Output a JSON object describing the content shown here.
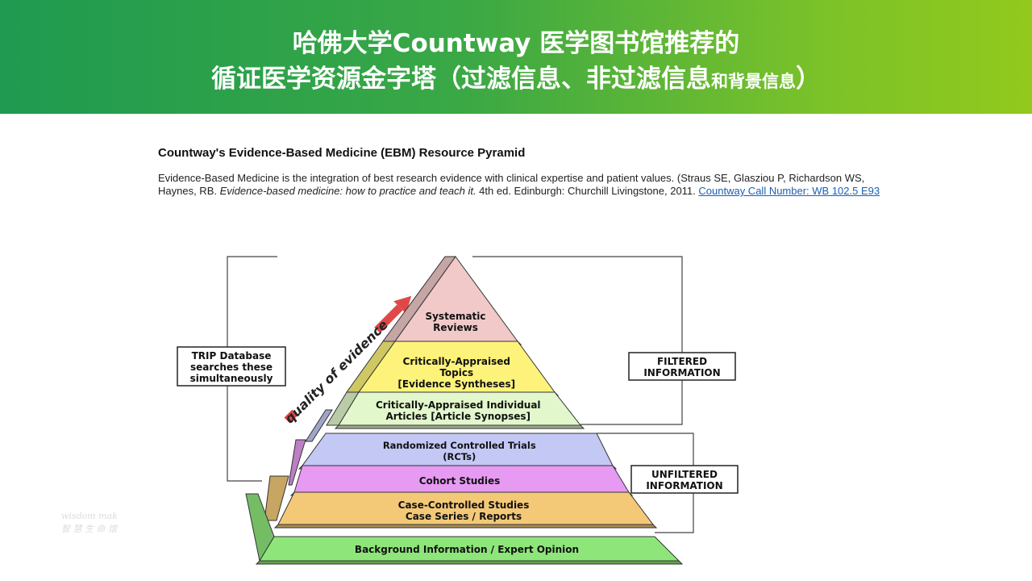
{
  "header": {
    "line1": "哈佛大学Countway 医学图书馆推荐的",
    "line2_main": "循证医学资源金字塔（过滤信息、非过滤信息",
    "line2_small": "和背景信息",
    "line2_end": "）"
  },
  "document": {
    "title": "Countway's Evidence-Based Medicine (EBM) Resource Pyramid",
    "body_part1": "Evidence-Based Medicine is the integration of best research evidence with clinical expertise and patient values. (Straus SE, Glasziou P, Richardson WS, Haynes, RB. ",
    "body_italic": "Evidence-based medicine: how to practice and teach it.",
    "body_part2": " 4th ed. Edinburgh: Churchill Livingstone, 2011. ",
    "call_number_link": "Countway Call Number: WB 102.5 E93"
  },
  "pyramid": {
    "levels": [
      {
        "lines": [
          "Systematic",
          "Reviews"
        ],
        "color": "#f1c9c9"
      },
      {
        "lines": [
          "Critically-Appraised",
          "Topics",
          "[Evidence Syntheses]"
        ],
        "color": "#fdf37a"
      },
      {
        "lines": [
          "Critically-Appraised Individual",
          "Articles [Article Synopses]"
        ],
        "color": "#e2f7cc"
      },
      {
        "lines": [
          "Randomized Controlled Trials",
          "(RCTs)"
        ],
        "color": "#c3c8f5"
      },
      {
        "lines": [
          "Cohort Studies"
        ],
        "color": "#e69af2"
      },
      {
        "lines": [
          "Case-Controlled Studies",
          "Case Series / Reports"
        ],
        "color": "#f3c978"
      },
      {
        "lines": [
          "Background Information / Expert Opinion"
        ],
        "color": "#8ee67a"
      }
    ],
    "arrow_label": "quality of evidence",
    "arrow_color": "#e04848",
    "trip_box": [
      "TRIP Database",
      "searches these",
      "simultaneously"
    ],
    "filtered_box": [
      "FILTERED",
      "INFORMATION"
    ],
    "unfiltered_box": [
      "UNFILTERED",
      "INFORMATION"
    ]
  },
  "watermark": [
    "wisdom mak",
    "智 慧 生 命 馆"
  ]
}
